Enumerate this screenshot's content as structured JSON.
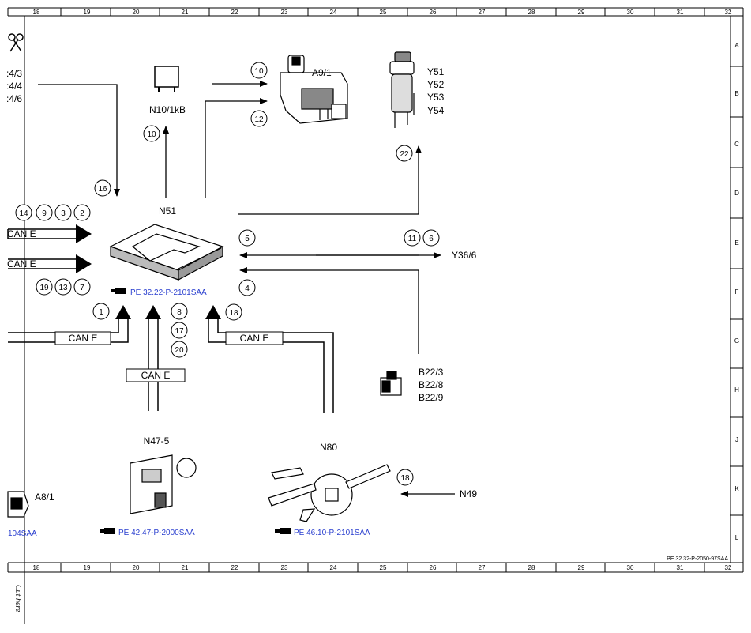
{
  "frame": {
    "column_numbers": [
      "18",
      "19",
      "20",
      "21",
      "22",
      "23",
      "24",
      "25",
      "26",
      "27",
      "28",
      "29",
      "30",
      "31",
      "32"
    ],
    "row_letters": [
      "A",
      "B",
      "C",
      "D",
      "E",
      "F",
      "G",
      "H",
      "J",
      "K",
      "L"
    ],
    "doc_id": "PE 32.32-P-2050-97SAA",
    "cut_here": "Cut here"
  },
  "components": {
    "n51": "N51",
    "n10": "N10/1kB",
    "a9": "A9/1",
    "y51": "Y51",
    "y52": "Y52",
    "y53": "Y53",
    "y54": "Y54",
    "y36": "Y36/6",
    "b22_3": "B22/3",
    "b22_8": "B22/8",
    "b22_9": "B22/9",
    "n47": "N47-5",
    "n80": "N80",
    "n49": "N49",
    "a8": "A8/1",
    "left_labels": [
      ":4/3",
      ":4/4",
      ":4/6"
    ]
  },
  "bus_labels": {
    "can_left_top": "CAN E",
    "can_left_bottom": "CAN E",
    "can_bottom_left": "CAN E",
    "can_bottom_mid": "CAN E",
    "can_bottom_right": "CAN E"
  },
  "references": {
    "n51_ref": "PE 32.22-P-2101SAA",
    "n47_ref": "PE 42.47-P-2000SAA",
    "n80_ref": "PE 46.10-P-2101SAA",
    "a8_ref": "104SAA"
  },
  "circled_numbers": {
    "c10a": "10",
    "c12": "12",
    "c10b": "10",
    "c22": "22",
    "c16": "16",
    "c14": "14",
    "c9": "9",
    "c3": "3",
    "c2": "2",
    "c19": "19",
    "c13": "13",
    "c7": "7",
    "c5": "5",
    "c11": "11",
    "c6": "6",
    "c4": "4",
    "c1": "1",
    "c8": "8",
    "c17": "17",
    "c20": "20",
    "c18a": "18",
    "c18b": "18"
  }
}
